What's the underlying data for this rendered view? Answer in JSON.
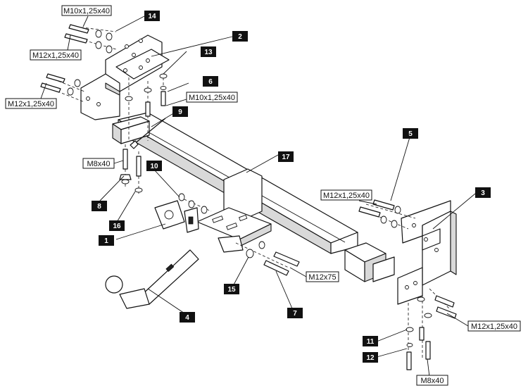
{
  "callouts": {
    "c1": "1",
    "c2": "2",
    "c3": "3",
    "c4": "4",
    "c5": "5",
    "c6": "6",
    "c7": "7",
    "c8": "8",
    "c9": "9",
    "c10": "10",
    "c11": "11",
    "c12": "12",
    "c13": "13",
    "c14": "14",
    "c15": "15",
    "c16": "16",
    "c17": "17"
  },
  "bolt_labels": {
    "m10_top": "M10x1,25x40",
    "m12_upper_left": "M12x1,25x40",
    "m12_lower_left": "M12x1,25x40",
    "m10_center": "M10x1,25x40",
    "m8_left": "M8x40",
    "m12_right_top": "M12x1,25x40",
    "m12_right_bottom": "M12x1,25x40",
    "m12x75": "M12x75",
    "m8_right": "M8x40"
  }
}
